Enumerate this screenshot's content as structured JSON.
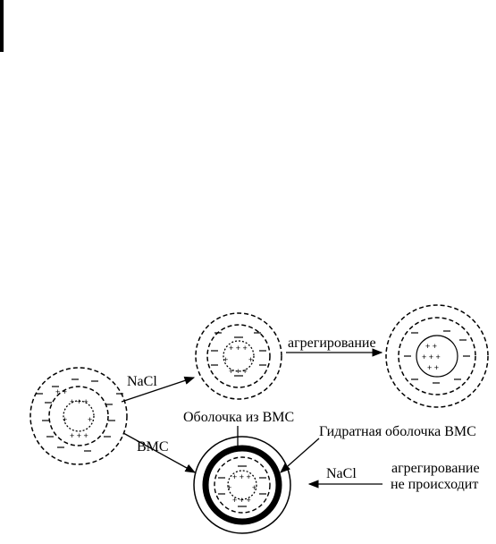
{
  "labels": {
    "nacl_top": "NaCl",
    "agg_top": "агрегирование",
    "bmc": "ВМС",
    "shell_bmc": "Оболочка из ВМС",
    "hydrate_shell": "Гидратная оболочка ВМС",
    "nacl_bottom": "NaCl",
    "agg_bottom_line1": "агрегирование",
    "agg_bottom_line2": "не происходит"
  },
  "colors": {
    "ink": "#000000",
    "background": "#ffffff"
  }
}
